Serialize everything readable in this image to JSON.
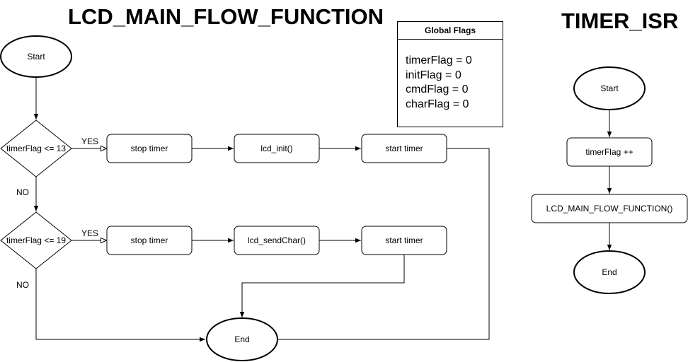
{
  "titles": {
    "main": "LCD_MAIN_FLOW_FUNCTION",
    "isr": "TIMER_ISR"
  },
  "global_flags": {
    "header": "Global Flags",
    "lines": [
      "timerFlag = 0",
      "initFlag = 0",
      "cmdFlag = 0",
      "charFlag = 0"
    ]
  },
  "main_flow": {
    "start": "Start",
    "decision1": "timerFlag <= 13",
    "decision2": "timerFlag <= 19",
    "yes1": "YES",
    "yes2": "YES",
    "no1": "NO",
    "no2": "NO",
    "row1": [
      "stop timer",
      "lcd_init()",
      "start timer"
    ],
    "row2": [
      "stop timer",
      "lcd_sendChar()",
      "start timer"
    ],
    "end": "End"
  },
  "isr_flow": {
    "start": "Start",
    "step1": "timerFlag ++",
    "step2": "LCD_MAIN_FLOW_FUNCTION()",
    "end": "End"
  }
}
